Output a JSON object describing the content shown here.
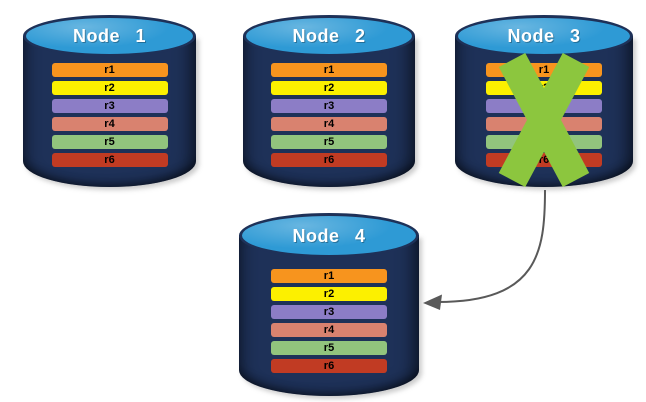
{
  "nodes": [
    {
      "label": "Node 1",
      "failed": false
    },
    {
      "label": "Node 2",
      "failed": false
    },
    {
      "label": "Node 3",
      "failed": true
    },
    {
      "label": "Node 4",
      "failed": false
    }
  ],
  "records": [
    {
      "label": "r1",
      "color": "#F7941E"
    },
    {
      "label": "r2",
      "color": "#FCF000"
    },
    {
      "label": "r3",
      "color": "#8C7DC6"
    },
    {
      "label": "r4",
      "color": "#D9826F"
    },
    {
      "label": "r5",
      "color": "#92C47D"
    },
    {
      "label": "r6",
      "color": "#C13B23"
    }
  ],
  "arrow": {
    "from": "Node 3",
    "to": "Node 4"
  },
  "icons": {
    "failed_node": "x-mark-icon",
    "arrow_head": "arrow-head-icon"
  },
  "palette": {
    "cylinder_body": "#1E3158",
    "cylinder_top": "#2E9AD5",
    "x_mark": "#8CC63E",
    "arrow": "#595959",
    "title_text": "#FFFFFF",
    "bar_text": "#000000"
  }
}
